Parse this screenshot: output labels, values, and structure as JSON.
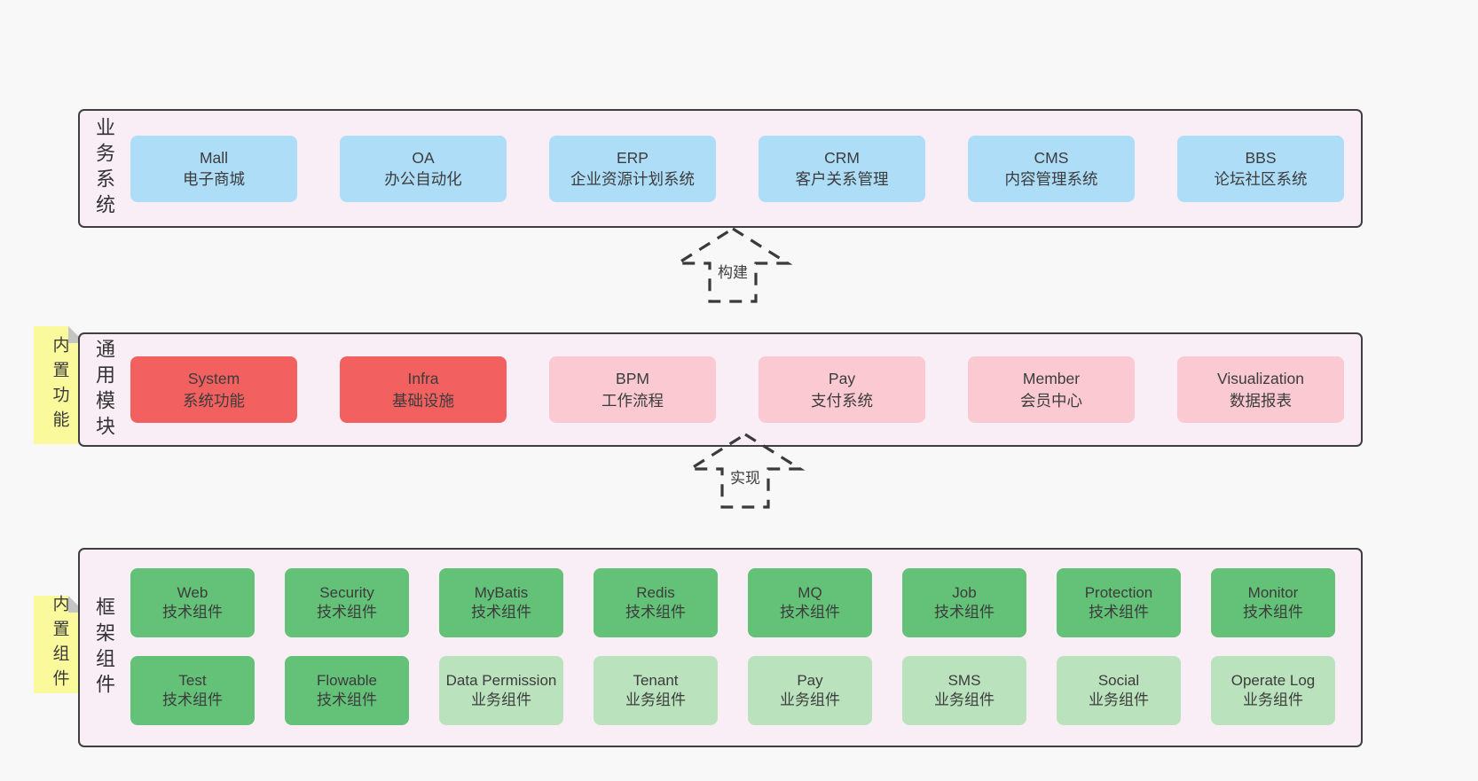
{
  "colors": {
    "page_bg": "#f8f8f8",
    "container_bg": "#f9edf6",
    "border": "#3f3f3f",
    "text": "#3c3c3c",
    "blue": "#aeddf8",
    "red": "#f2605f",
    "pink": "#fac9d2",
    "green": "#63c178",
    "lightgreen": "#b9e2bd",
    "note_bg": "#fafa9d",
    "fold": "#c4c4c4"
  },
  "layers": [
    {
      "label": "业务系统",
      "boxes": [
        {
          "title": "Mall",
          "subtitle": "电子商城"
        },
        {
          "title": "OA",
          "subtitle": "办公自动化"
        },
        {
          "title": "ERP",
          "subtitle": "企业资源计划系统"
        },
        {
          "title": "CRM",
          "subtitle": "客户关系管理"
        },
        {
          "title": "CMS",
          "subtitle": "内容管理系统"
        },
        {
          "title": "BBS",
          "subtitle": "论坛社区系统"
        }
      ]
    },
    {
      "label": "通用模块",
      "note": "内置功能",
      "boxes": [
        {
          "title": "System",
          "subtitle": "系统功能"
        },
        {
          "title": "Infra",
          "subtitle": "基础设施"
        },
        {
          "title": "BPM",
          "subtitle": "工作流程"
        },
        {
          "title": "Pay",
          "subtitle": "支付系统"
        },
        {
          "title": "Member",
          "subtitle": "会员中心"
        },
        {
          "title": "Visualization",
          "subtitle": "数据报表"
        }
      ]
    },
    {
      "label": "框架组件",
      "note": "内置组件",
      "boxes": [
        {
          "title": "Web",
          "subtitle": "技术组件"
        },
        {
          "title": "Security",
          "subtitle": "技术组件"
        },
        {
          "title": "MyBatis",
          "subtitle": "技术组件"
        },
        {
          "title": "Redis",
          "subtitle": "技术组件"
        },
        {
          "title": "MQ",
          "subtitle": "技术组件"
        },
        {
          "title": "Job",
          "subtitle": "技术组件"
        },
        {
          "title": "Protection",
          "subtitle": "技术组件"
        },
        {
          "title": "Monitor",
          "subtitle": "技术组件"
        },
        {
          "title": "Test",
          "subtitle": "技术组件"
        },
        {
          "title": "Flowable",
          "subtitle": "技术组件"
        },
        {
          "title": "Data Permission",
          "subtitle": "业务组件"
        },
        {
          "title": "Tenant",
          "subtitle": "业务组件"
        },
        {
          "title": "Pay",
          "subtitle": "业务组件"
        },
        {
          "title": "SMS",
          "subtitle": "业务组件"
        },
        {
          "title": "Social",
          "subtitle": "业务组件"
        },
        {
          "title": "Operate Log",
          "subtitle": "业务组件"
        }
      ]
    }
  ],
  "arrows": [
    {
      "label": "构建"
    },
    {
      "label": "实现"
    }
  ]
}
